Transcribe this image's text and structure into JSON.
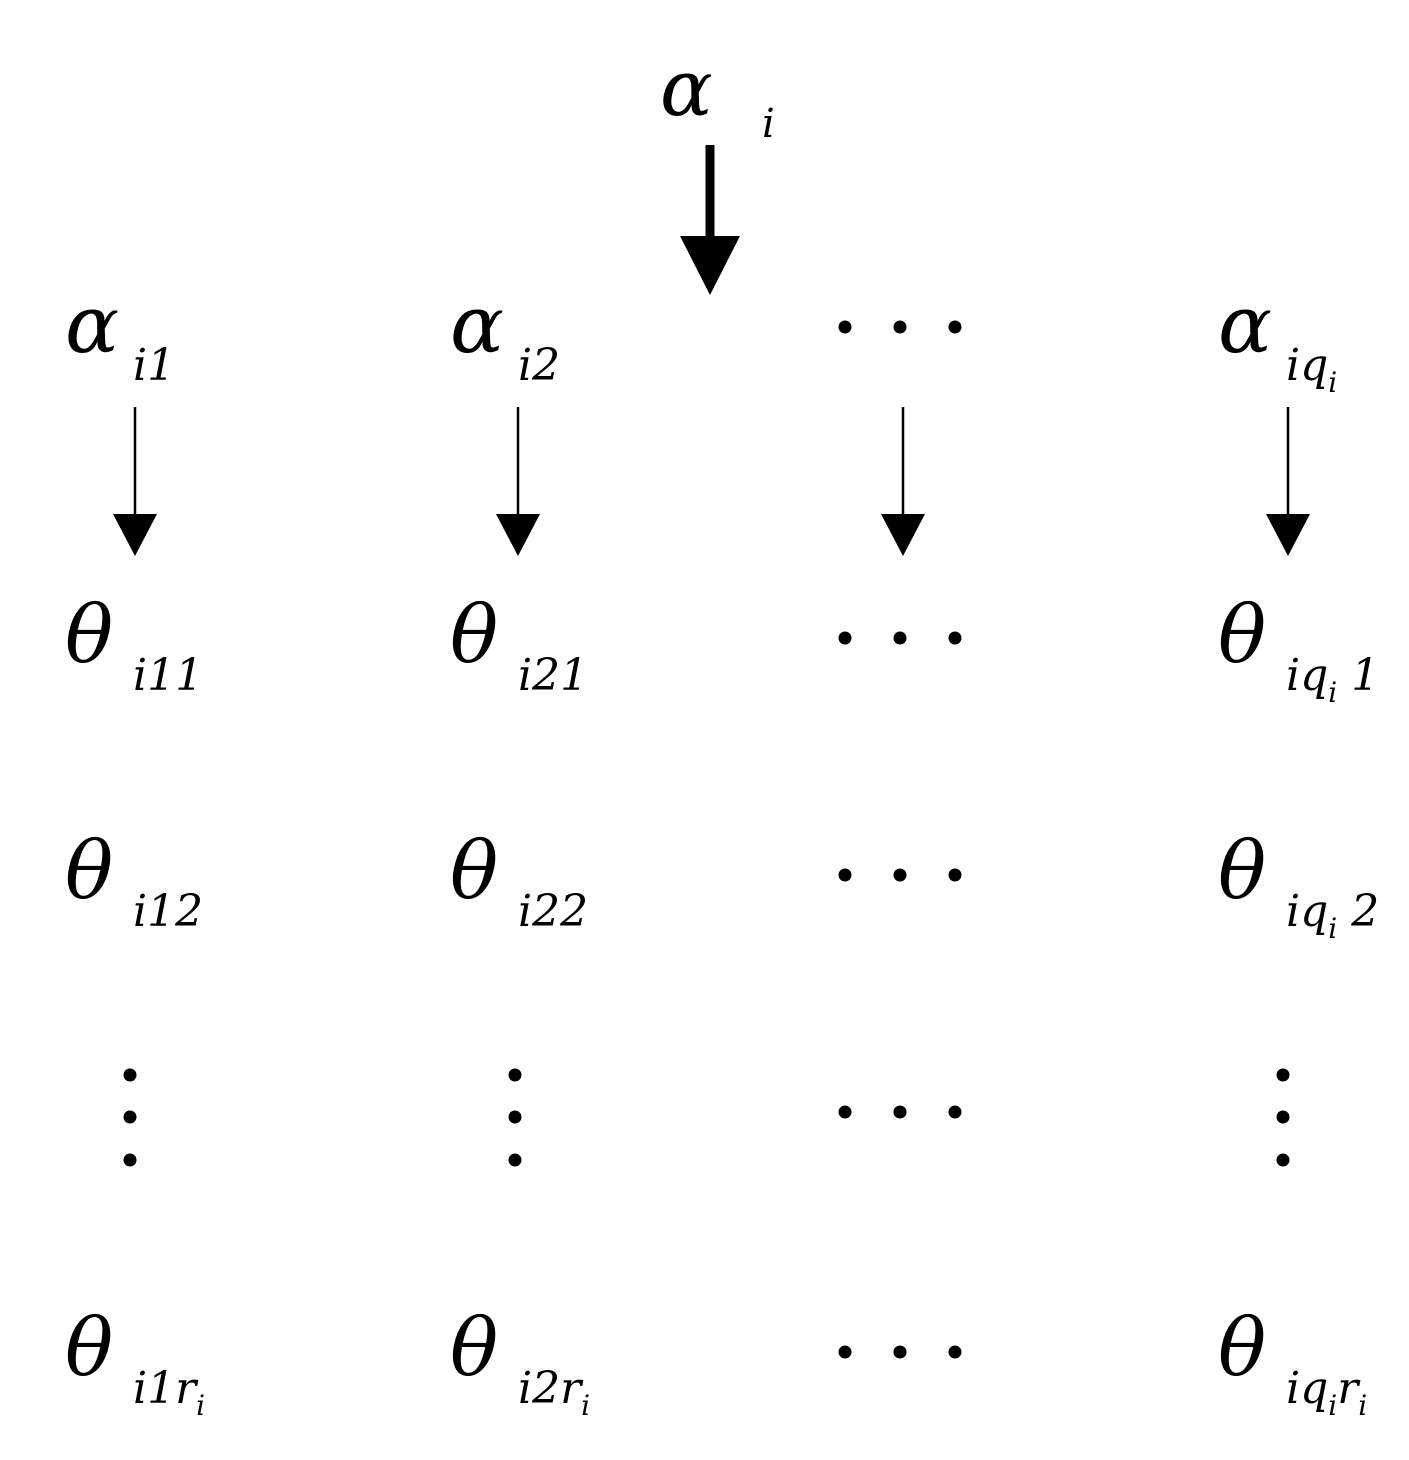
{
  "diagram": {
    "root": {
      "symbol": "α",
      "sub": "i"
    },
    "columns": [
      {
        "alpha": {
          "symbol": "α",
          "sub": [
            {
              "t": "i1"
            }
          ]
        },
        "thetas": [
          {
            "symbol": "θ",
            "sub": [
              {
                "t": "i11"
              }
            ]
          },
          {
            "symbol": "θ",
            "sub": [
              {
                "t": "i12"
              }
            ]
          },
          {
            "symbol": "θ",
            "sub": [
              {
                "t": "i1r"
              },
              {
                "t": "i",
                "sub": true
              }
            ]
          }
        ]
      },
      {
        "alpha": {
          "symbol": "α",
          "sub": [
            {
              "t": "i2"
            }
          ]
        },
        "thetas": [
          {
            "symbol": "θ",
            "sub": [
              {
                "t": "i21"
              }
            ]
          },
          {
            "symbol": "θ",
            "sub": [
              {
                "t": "i22"
              }
            ]
          },
          {
            "symbol": "θ",
            "sub": [
              {
                "t": "i2r"
              },
              {
                "t": "i",
                "sub": true
              }
            ]
          }
        ]
      },
      {
        "alpha": {
          "ellipsis": true
        },
        "thetas": [
          {
            "ellipsis": true
          },
          {
            "ellipsis": true
          },
          {
            "ellipsis": true
          }
        ]
      },
      {
        "alpha": {
          "symbol": "α",
          "sub": [
            {
              "t": "iq"
            },
            {
              "t": "i",
              "sub": true
            }
          ]
        },
        "thetas": [
          {
            "symbol": "θ",
            "sub": [
              {
                "t": "iq"
              },
              {
                "t": "i",
                "sub": true
              },
              {
                "t": " 1"
              }
            ]
          },
          {
            "symbol": "θ",
            "sub": [
              {
                "t": "iq"
              },
              {
                "t": "i",
                "sub": true
              },
              {
                "t": " 2"
              }
            ]
          },
          {
            "symbol": "θ",
            "sub": [
              {
                "t": "iq"
              },
              {
                "t": "i",
                "sub": true
              },
              {
                "t": "r"
              },
              {
                "t": "i",
                "sub": true
              }
            ]
          }
        ]
      }
    ]
  }
}
